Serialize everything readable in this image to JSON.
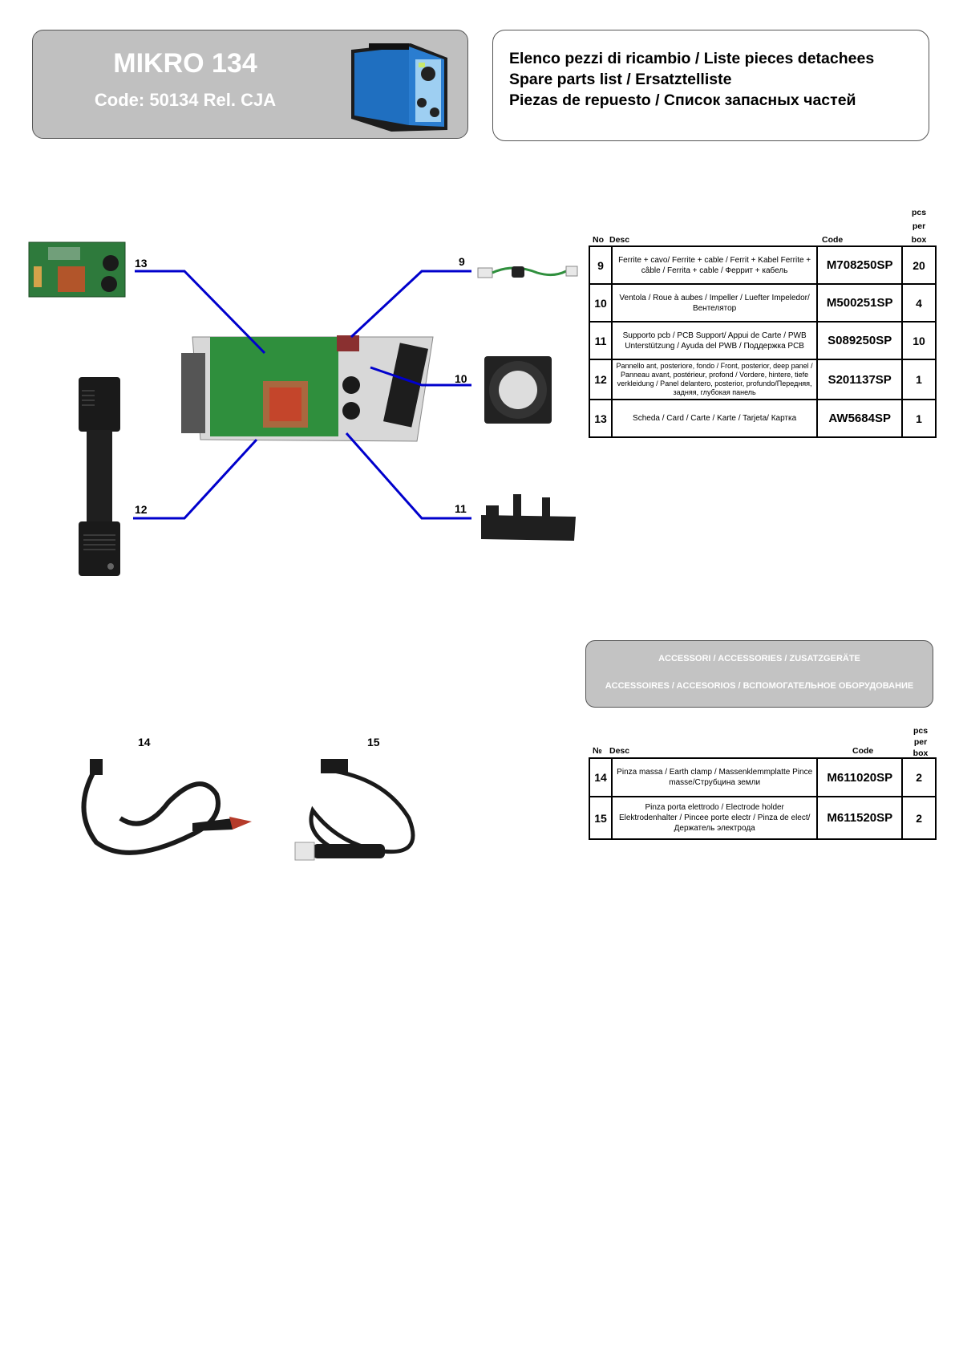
{
  "header": {
    "model": "MIKRO 134",
    "code_line": "Code: 50134 Rel. CJA",
    "doc_lines": [
      "Elenco pezzi di ricambio / Liste pieces detachees",
      "Spare parts list / Ersatztelliste",
      "Piezas de repuesto / Список запасных частей"
    ]
  },
  "spare_table": {
    "col_no": "No",
    "col_desc": "Desc",
    "col_code": "Code",
    "col_pcs": [
      "pcs",
      "per",
      "box"
    ],
    "rows": [
      {
        "no": "9",
        "desc": "Ferrite + cavo/ Ferrite + cable / Ferrit + Kabel Ferrite + câble / Ferrita + cable / Феррит + кабель",
        "code": "M708250SP",
        "pcs": "20"
      },
      {
        "no": "10",
        "desc": "Ventola / Roue à aubes / Impeller / Luefter Impeledor/Вентелятор",
        "code": "M500251SP",
        "pcs": "4"
      },
      {
        "no": "11",
        "desc": "Supporto pcb / PCB Support/ Appui de Carte / PWB Unterstützung / Ayuda del PWB / Поддержка PCB",
        "code": "S089250SP",
        "pcs": "10"
      },
      {
        "no": "12",
        "desc": "Pannello ant, posteriore, fondo / Front, posterior, deep panel / Panneau avant, postérieur, profond / Vordere, hintere, tiefe verkleidung / Panel delantero, posterior, profundo/Передняя, задняя, глубокая панель",
        "code": "S201137SP",
        "pcs": "1"
      },
      {
        "no": "13",
        "desc": "Scheda / Card / Carte / Karte / Tarjeta/ Картка",
        "code": "AW5684SP",
        "pcs": "1"
      }
    ]
  },
  "accessories": {
    "line1": "ACCESSORI / ACCESSORIES / ZUSATZGERÄTE",
    "line2": "ACCESSOIRES /  ACCESORIOS / ВСПОМОГАТЕЛЬНОЕ ОБОРУДОВАНИЕ"
  },
  "acc_table": {
    "col_no": "№",
    "col_desc": "Desc",
    "col_code": "Code",
    "col_pcs": [
      "pcs",
      "per",
      "box"
    ],
    "rows": [
      {
        "no": "14",
        "desc": "Pinza massa / Earth clamp / Massenklemmplatte Pince masse/Струбцина земли",
        "code": "M611020SP",
        "pcs": "2"
      },
      {
        "no": "15",
        "desc": "Pinza porta elettrodo / Electrode holder Elektrodenhalter / Pincee porte electr / Pinza de elect/Держатель электрода",
        "code": "M611520SP",
        "pcs": "2"
      }
    ]
  },
  "callouts": {
    "c9": "9",
    "c10": "10",
    "c11": "11",
    "c12": "12",
    "c13": "13",
    "c14": "14",
    "c15": "15"
  }
}
